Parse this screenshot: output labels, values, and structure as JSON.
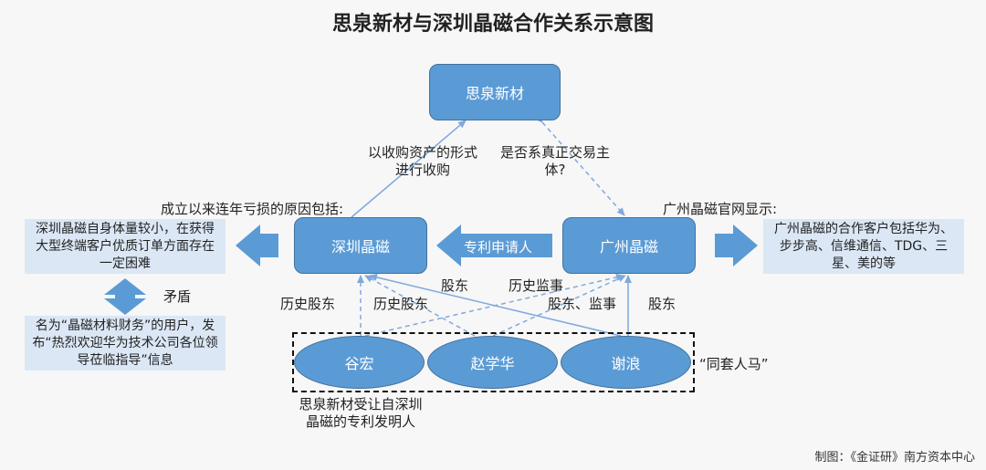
{
  "title": "思泉新材与深圳晶磁合作关系示意图",
  "nodes": {
    "siquan": "思泉新材",
    "shenzhen": "深圳晶磁",
    "guangzhou": "广州晶磁",
    "guhong": "谷宏",
    "zhaoxuehua": "赵学华",
    "xielang": "谢浪"
  },
  "edge_labels": {
    "acquisition": "以收购资产的形式进行收购",
    "real_subject": "是否系真正交易主体?",
    "patent_applicant": "专利申请人",
    "hist_holder_1": "历史股东",
    "hist_holder_2": "历史股东",
    "holder_sz": "股东",
    "hist_supervisor": "历史监事",
    "holder_supervisor": "股东、监事",
    "holder_gz": "股东"
  },
  "left_notes": {
    "header": "成立以来连年亏损的原因包括:",
    "reason": "深圳晶磁自身体量较小，在获得大型终端客户优质订单方面存在一定困难",
    "contradiction": "矛盾",
    "user_post": "名为“晶磁材料财务”的用户，发布“热烈欢迎华为技术公司各位领导莅临指导”信息"
  },
  "right_notes": {
    "header": "广州晶磁官网显示:",
    "customers": "广州晶磁的合作客户包括华为、步步高、信维通信、TDG、三星、美的等"
  },
  "group_label": "“同套人马”",
  "inventors_note": "思泉新材受让自深圳晶磁的专利发明人",
  "credit": "制图：《金证研》南方资本中心",
  "colors": {
    "node_fill": "#5b9bd5",
    "node_border": "#41719c",
    "note_fill": "#dbe7f5",
    "line": "#7fa9dd"
  }
}
